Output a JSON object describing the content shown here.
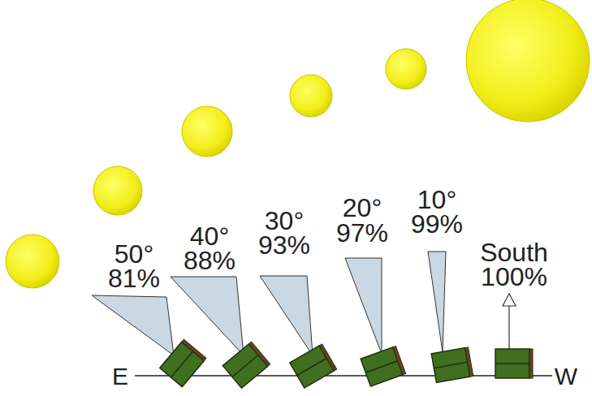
{
  "diagram": {
    "labels": [
      "50°",
      "81%",
      "40°",
      "88%",
      "30°",
      "93%",
      "20°",
      "97%",
      "10°",
      "99%",
      "South",
      "100%",
      "E",
      "W"
    ]
  }
}
